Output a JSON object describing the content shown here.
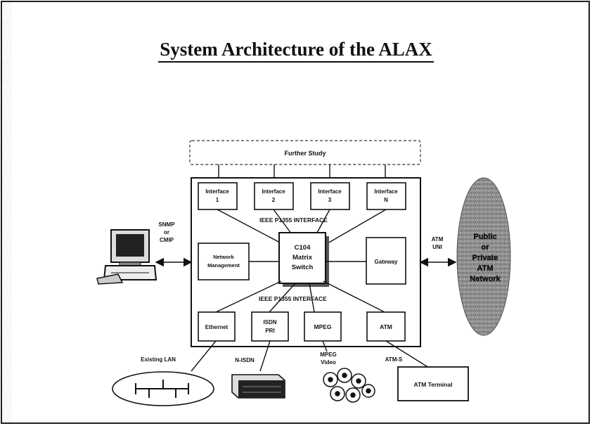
{
  "title": "System Architecture of the ALAX",
  "further_study": "Further Study",
  "interfaces": [
    {
      "line1": "Interface",
      "line2": "1"
    },
    {
      "line1": "Interface",
      "line2": "2"
    },
    {
      "line1": "Interface",
      "line2": "3"
    },
    {
      "line1": "Interface",
      "line2": "N"
    }
  ],
  "bus_top_label": "IEEE P1355 INTERFACE",
  "bus_bottom_label": "IEEE P1355 INTERFACE",
  "switch": {
    "line1": "C104",
    "line2": "Matrix",
    "line3": "Switch"
  },
  "network_management": {
    "line1": "Network",
    "line2": "Management"
  },
  "gateway": "Gateway",
  "bottom_modules": [
    {
      "line1": "Ethernet",
      "line2": ""
    },
    {
      "line1": "ISDN",
      "line2": "PRI"
    },
    {
      "line1": "MPEG",
      "line2": ""
    },
    {
      "line1": "ATM",
      "line2": ""
    }
  ],
  "snmp": {
    "line1": "SNMP",
    "line2": "or",
    "line3": "CMIP"
  },
  "atm_uni": {
    "line1": "ATM",
    "line2": "UNI"
  },
  "network_cloud": {
    "line1": "Public",
    "line2": "or",
    "line3": "Private",
    "line4": "ATM",
    "line5": "Network"
  },
  "existing_lan": "Existing LAN",
  "n_isdn": "N-ISDN",
  "mpeg_video": {
    "line1": "MPEG",
    "line2": "Video"
  },
  "atm_s": "ATM-S",
  "atm_terminal": "ATM Terminal",
  "colors": {
    "ink": "#111111",
    "cloud": "#9a9a9a"
  }
}
